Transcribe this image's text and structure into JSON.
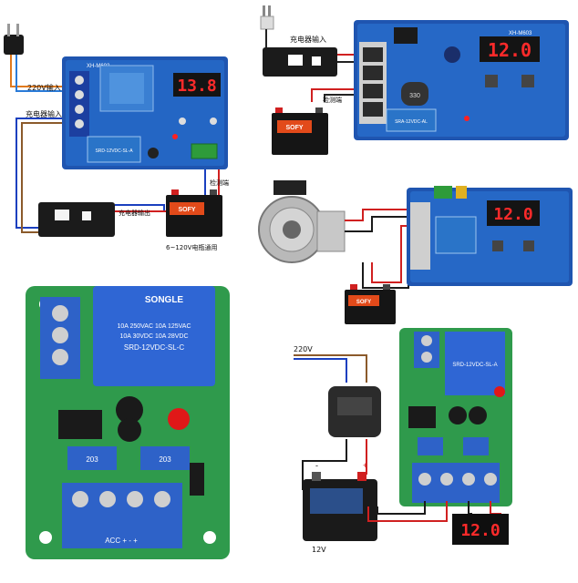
{
  "panel1": {
    "board_model": "XH-M602",
    "display": "13.8",
    "label_mains_input": "220V输入",
    "label_charger_input": "充电器输入",
    "label_charger_output": "充电器输出",
    "label_detect": "检测端",
    "label_battery_range": "6~120V电瓶通用",
    "relay_text": "SRD-12VDC-SL-A",
    "battery_brand": "SOFY"
  },
  "panel2": {
    "board_model": "XH-M603",
    "display": "12.0",
    "label_charger_input": "充电器输入",
    "label_detect": "检测端",
    "relay_text": "SRA-12VDC-AL",
    "inductor_text": "330",
    "battery_brand": "SOFY"
  },
  "panel3": {
    "display": "12.0",
    "battery_brand": "SOFY"
  },
  "panel4": {
    "relay_brand": "SONGLE",
    "relay_line1": "10A 250VAC  10A 125VAC",
    "relay_line2": "10A  30VDC  10A  28VDC",
    "relay_model": "SRD-12VDC-SL-C",
    "pot1_text": "203",
    "pot2_text": "203",
    "terminal_label": "ACC     +     -     +"
  },
  "panel5": {
    "label_mains": "220V",
    "label_battery_voltage": "12V",
    "display": "12.0",
    "relay_text": "SRD-12VDC-SL-A",
    "battery_plus": "+",
    "battery_minus": "-"
  }
}
